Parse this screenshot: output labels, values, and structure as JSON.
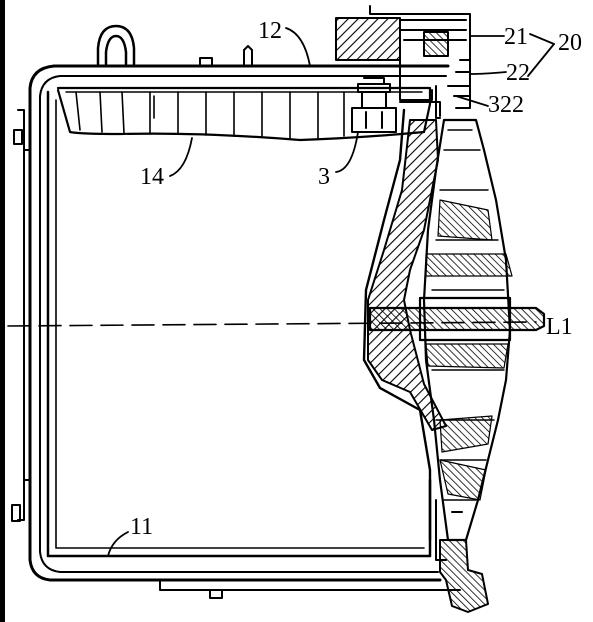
{
  "labels": {
    "l12": "12",
    "l21": "21",
    "l20": "20",
    "l22": "22",
    "l322": "322",
    "l14": "14",
    "l3": "3",
    "lL1": "L1",
    "l11": "11"
  },
  "colors": {
    "ink": "#000000",
    "paper": "#ffffff"
  }
}
